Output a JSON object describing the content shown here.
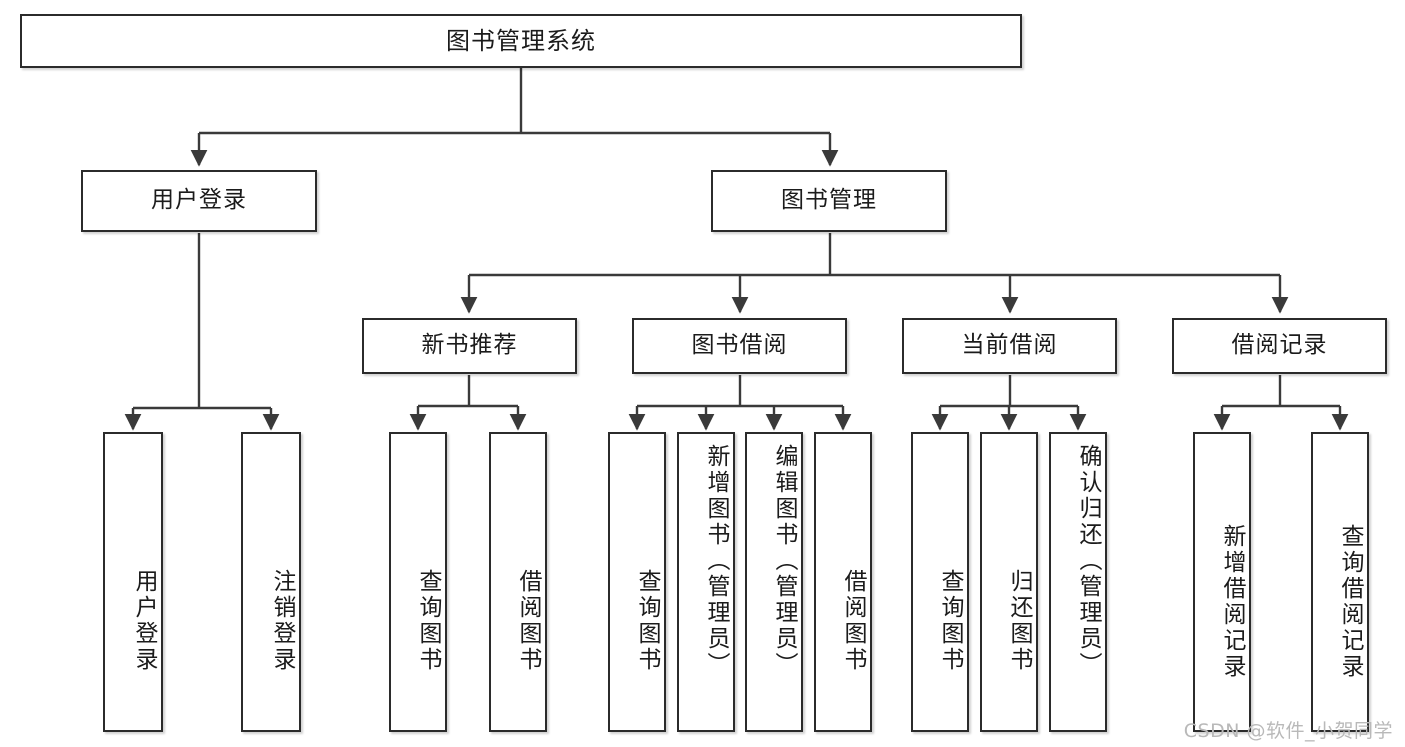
{
  "diagram": {
    "title": "图书管理系统",
    "type": "hierarchy-tree",
    "background_color": "#ffffff",
    "box_border_color": "#2b2b2b",
    "text_color": "#1b1b1b",
    "connector_color": "#3a3a3a"
  },
  "root": {
    "label": "图书管理系统"
  },
  "level2": [
    {
      "id": "user-login",
      "label": "用户登录"
    },
    {
      "id": "book-management",
      "label": "图书管理"
    }
  ],
  "level3": [
    {
      "id": "new-book-recommend",
      "label": "新书推荐"
    },
    {
      "id": "book-borrow",
      "label": "图书借阅"
    },
    {
      "id": "current-borrow",
      "label": "当前借阅"
    },
    {
      "id": "borrow-record",
      "label": "借阅记录"
    }
  ],
  "leaves": {
    "user_login": [
      {
        "id": "leaf-user-login",
        "label": "用户登录"
      },
      {
        "id": "leaf-logout-login",
        "label": "注销登录"
      }
    ],
    "new_book_recommend": [
      {
        "id": "leaf-query-book-1",
        "label": "查询图书"
      },
      {
        "id": "leaf-borrow-book-1",
        "label": "借阅图书"
      }
    ],
    "book_borrow": [
      {
        "id": "leaf-query-book-2",
        "label": "查询图书"
      },
      {
        "id": "leaf-add-book",
        "label": "新增图书（管理员）"
      },
      {
        "id": "leaf-edit-book",
        "label": "编辑图书（管理员）"
      },
      {
        "id": "leaf-borrow-book-2",
        "label": "借阅图书"
      }
    ],
    "current_borrow": [
      {
        "id": "leaf-query-book-3",
        "label": "查询图书"
      },
      {
        "id": "leaf-return-book",
        "label": "归还图书"
      },
      {
        "id": "leaf-confirm-return",
        "label": "确认归还（管理员）"
      }
    ],
    "borrow_record": [
      {
        "id": "leaf-add-record",
        "label": "新增借阅记录"
      },
      {
        "id": "leaf-query-record",
        "label": "查询借阅记录"
      }
    ]
  },
  "watermark": {
    "text": "CSDN @软件_小贺同学"
  }
}
